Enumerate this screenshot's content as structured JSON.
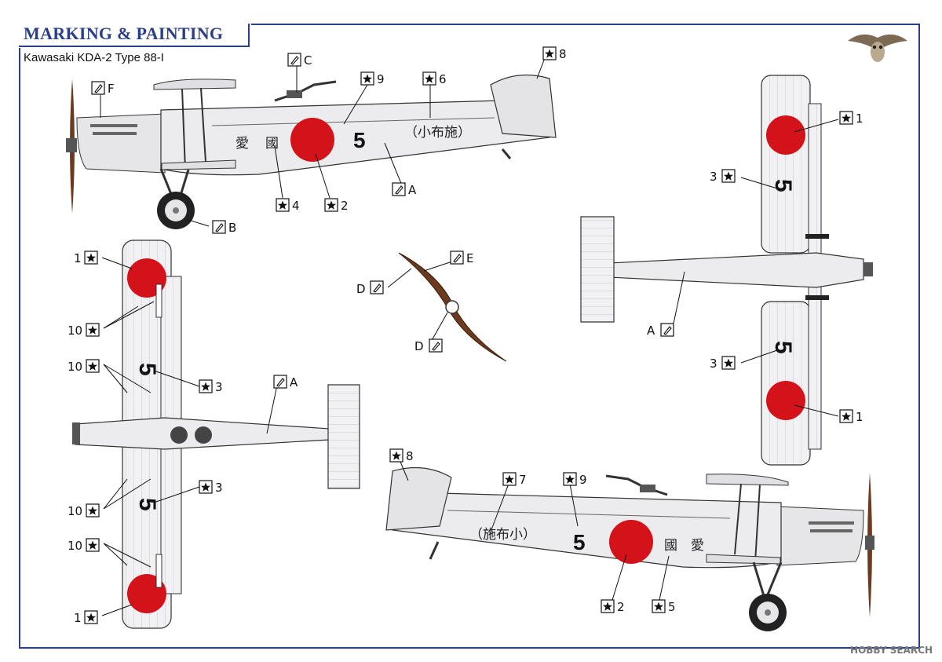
{
  "header": {
    "title": "MARKING & PAINTING",
    "subtitle": "Kawasaki KDA-2 Type 88-I"
  },
  "colors": {
    "frame": "#2a3f8c",
    "hinomaru": "#d3121a",
    "propeller": "#6b3a1f",
    "fuselage": "#e8e8ea",
    "line": "#333333"
  },
  "aircraft_markings": {
    "number": "5",
    "kanji_left": "愛",
    "kanji_left2": "國",
    "inscription": "（小布施）",
    "inscription_r": "（施布小）",
    "kanji_r1": "國",
    "kanji_r2": "愛"
  },
  "paint_labels": {
    "A": "A",
    "B": "B",
    "C": "C",
    "D": "D",
    "E": "E",
    "F": "F"
  },
  "decal_labels": {
    "d1": "1",
    "d2": "2",
    "d3": "3",
    "d4": "4",
    "d5": "5",
    "d6": "6",
    "d7": "7",
    "d8": "8",
    "d9": "9",
    "d10": "10"
  },
  "watermark": "HOBBY SEARCH",
  "icons": {
    "brush": "paint-brush-icon",
    "star": "decal-star-icon",
    "owl": "owl-logo-icon"
  }
}
